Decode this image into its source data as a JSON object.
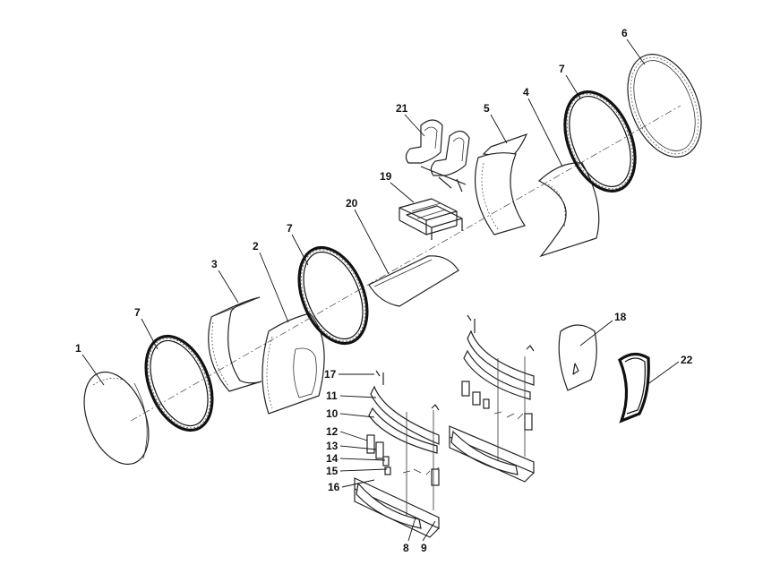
{
  "callouts": {
    "c1": "1",
    "c2": "2",
    "c3": "3",
    "c4": "4",
    "c5": "5",
    "c6": "6",
    "c7a": "7",
    "c7b": "7",
    "c7c": "7",
    "c8": "8",
    "c9": "9",
    "c10": "10",
    "c11": "11",
    "c12": "12",
    "c13": "13",
    "c14": "14",
    "c15": "15",
    "c16": "16",
    "c17": "17",
    "c18": "18",
    "c19": "19",
    "c20": "20",
    "c21": "21",
    "c22": "22"
  }
}
